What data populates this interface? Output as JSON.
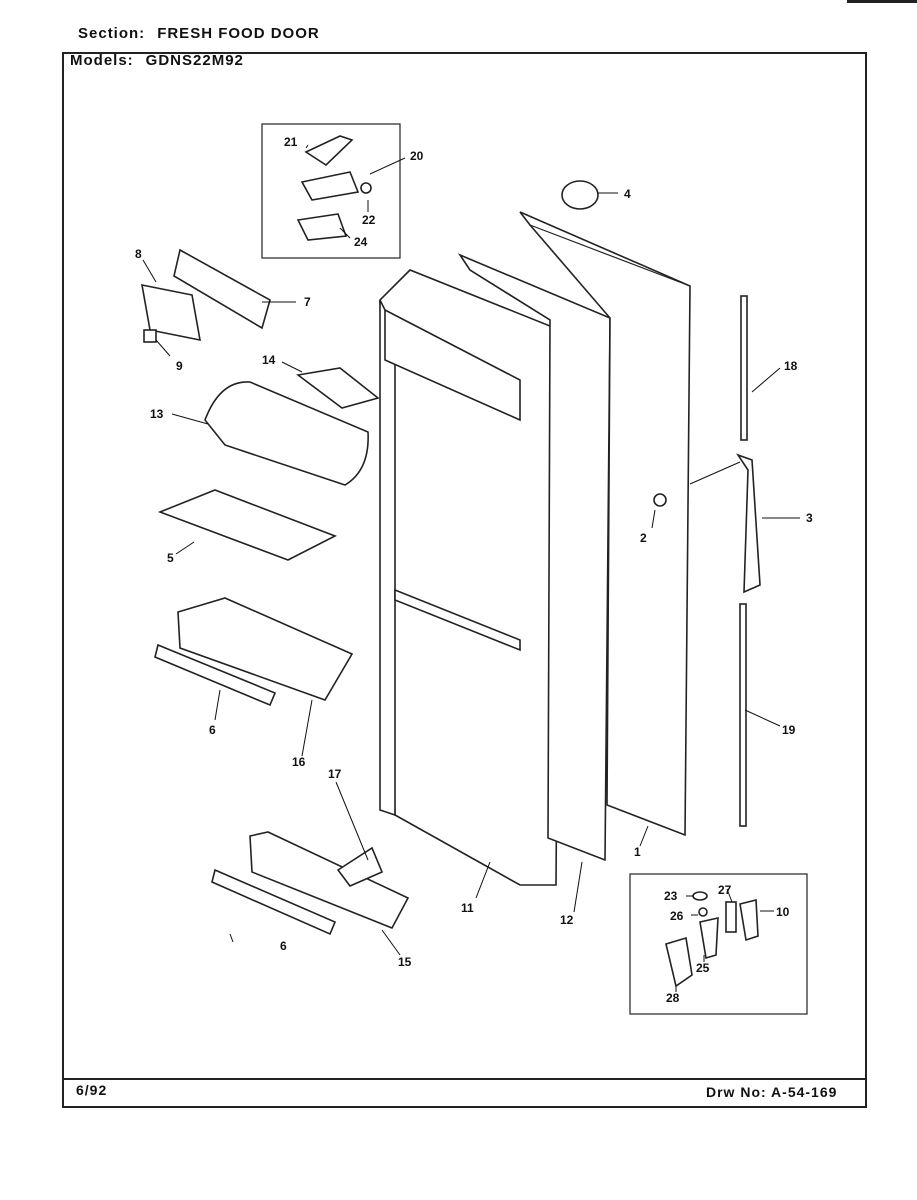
{
  "header": {
    "section_label": "Section:",
    "section_value": "FRESH FOOD DOOR",
    "models_label": "Models:",
    "models_value": "GDNS22M92"
  },
  "footer": {
    "date": "6/92",
    "drawing_label": "Drw No:",
    "drawing_number": "A-54-169"
  },
  "parts": [
    "21",
    "20",
    "22",
    "24",
    "4",
    "8",
    "7",
    "9",
    "14",
    "13",
    "18",
    "3",
    "2",
    "5",
    "6",
    "16",
    "19",
    "17",
    "1",
    "11",
    "12",
    "6",
    "15",
    "23",
    "27",
    "26",
    "10",
    "25",
    "28"
  ]
}
